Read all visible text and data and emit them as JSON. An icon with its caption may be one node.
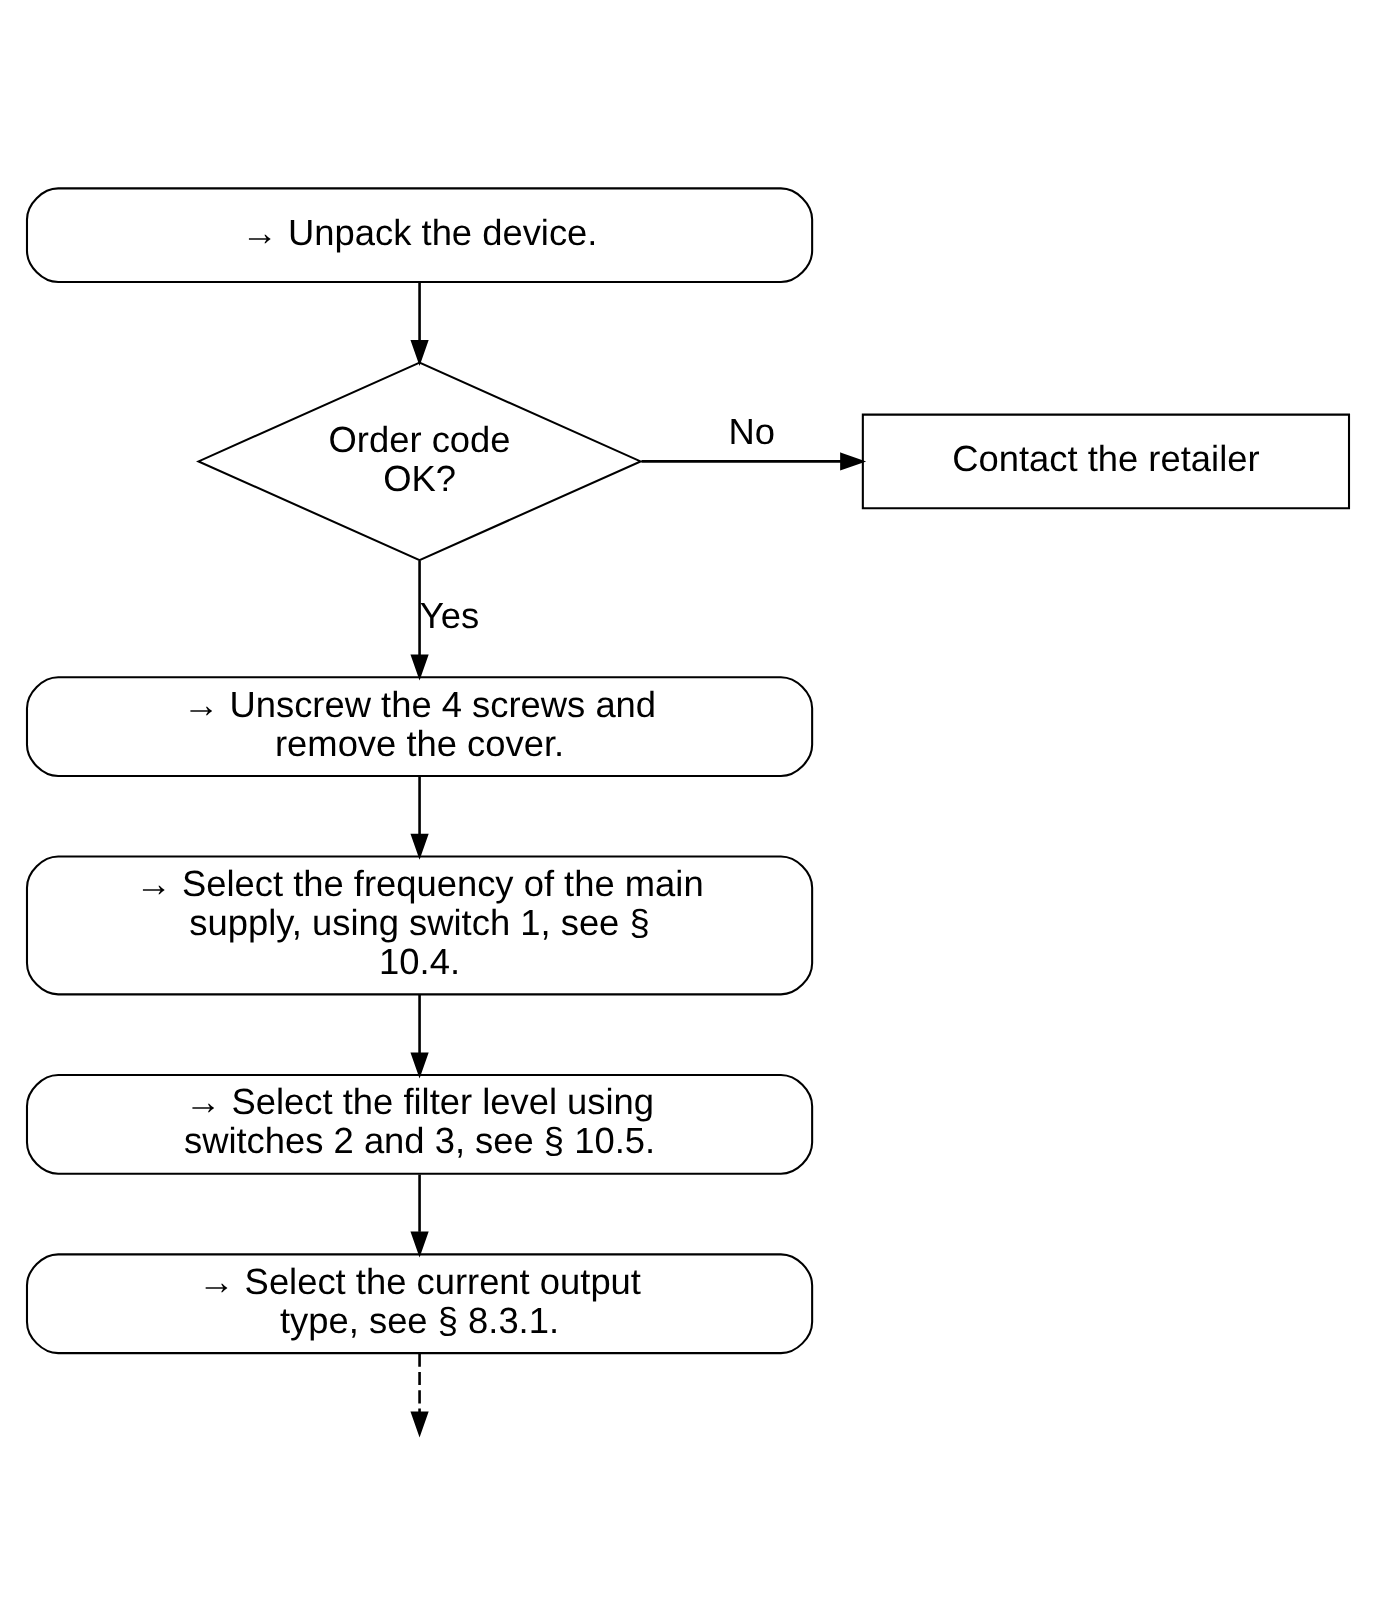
{
  "diagram": {
    "nodes": [
      {
        "text": [
          "→ Unpack the device."
        ]
      },
      {
        "text": [
          "Order code OK?"
        ]
      },
      {
        "text": [
          "Contact the retailer"
        ]
      },
      {
        "text": [
          "→ Unscrew the 4 screws and remove the cover."
        ]
      },
      {
        "text": [
          "→ Select the frequency of the main supply, using switch 1, see § 10.4."
        ]
      },
      {
        "text": [
          "→ Select the filter level using switches 2 and 3, see § 10.5."
        ]
      },
      {
        "text": [
          "→ Select the current output type, see § 8.3.1."
        ]
      }
    ],
    "edges": [
      {
        "from": 0,
        "to": 1,
        "arrow": "to"
      },
      {
        "from": 1,
        "to": 2,
        "arrow": "to",
        "label": "No"
      },
      {
        "from": 1,
        "to": 3,
        "arrow": "to",
        "label": "Yes"
      },
      {
        "from": 3,
        "to": 4,
        "arrow": "to"
      },
      {
        "from": 4,
        "to": 5,
        "arrow": "to"
      },
      {
        "from": 5,
        "to": 6,
        "arrow": "to"
      },
      {
        "from": 6,
        "to": null,
        "arrow": "to",
        "style": "dashed"
      }
    ]
  }
}
